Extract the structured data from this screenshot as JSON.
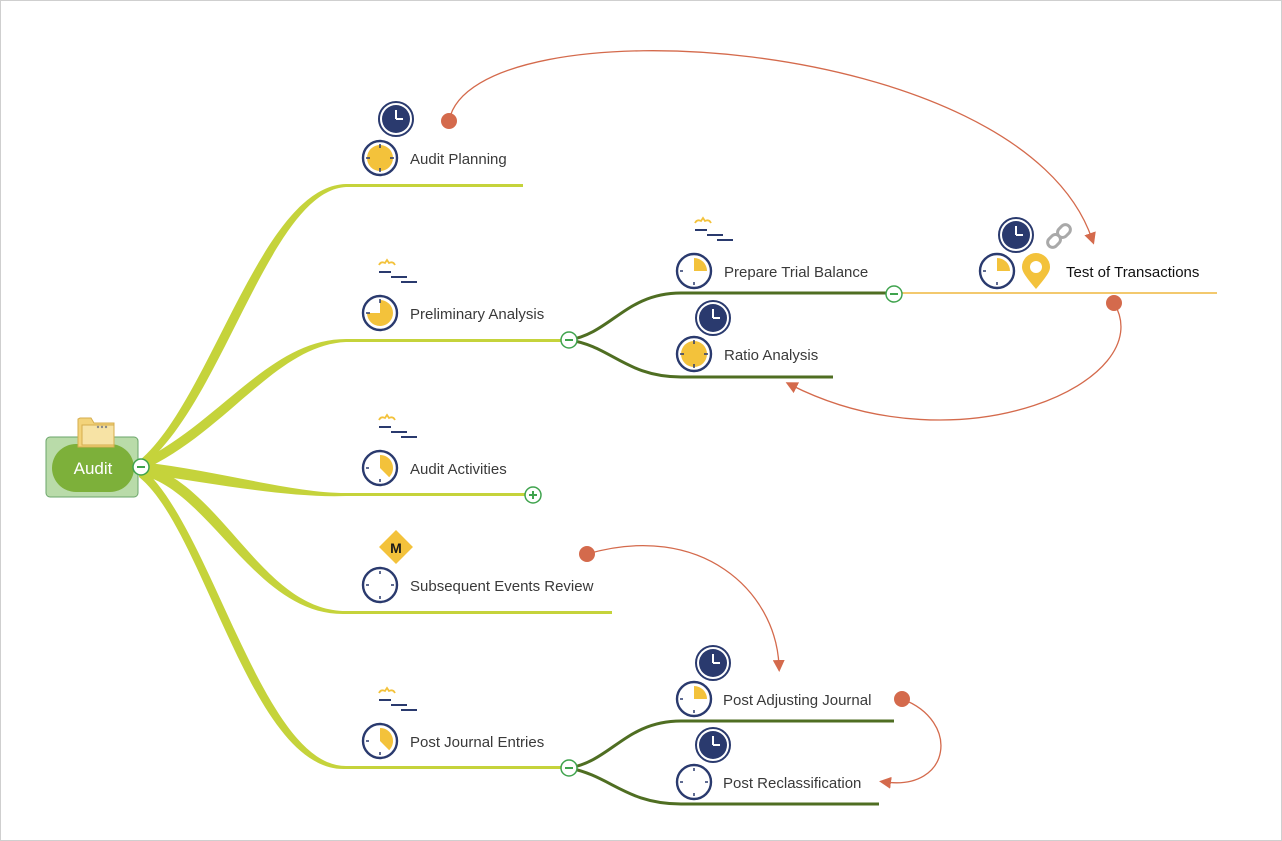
{
  "root": {
    "label": "Audit",
    "icon": "folder-icon"
  },
  "colors": {
    "branch_light": "#bfcf35",
    "branch_dark": "#4f6e22",
    "root_fill": "#7db03a",
    "root_frame": "#b9dba9",
    "relation": "#d46a4c",
    "icon_navy": "#2a3a6e",
    "icon_yellow": "#f3c23b",
    "orange_branch": "#f3c96e"
  },
  "branches": [
    {
      "label": "Audit Planning"
    },
    {
      "label": "Preliminary Analysis"
    },
    {
      "label": "Audit Activities"
    },
    {
      "label": "Subsequent Events Review",
      "marker": "M"
    },
    {
      "label": "Post Journal Entries"
    }
  ],
  "sub_branches": [
    {
      "label": "Prepare Trial Balance"
    },
    {
      "label": "Ratio Analysis"
    },
    {
      "label": "Test of Transactions"
    },
    {
      "label": "Post Adjusting Journal"
    },
    {
      "label": "Post Reclassification"
    }
  ]
}
